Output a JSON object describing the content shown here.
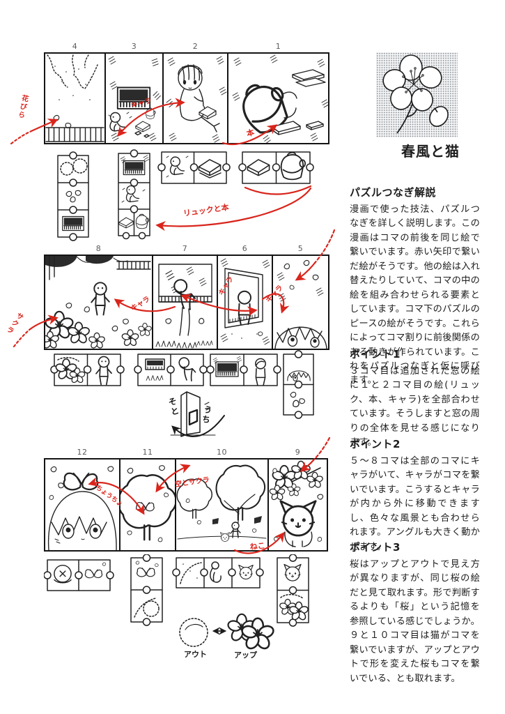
{
  "colors": {
    "annotation_red": "#d9251c",
    "ink": "#1c1c1c",
    "panel_number_grey": "#5a5a5a"
  },
  "strips": [
    {
      "panels": [
        {
          "number": "4",
          "art": "tree-petals-fence"
        },
        {
          "number": "3",
          "art": "window-small-character-items"
        },
        {
          "number": "2",
          "art": "sitting-child-with-book"
        },
        {
          "number": "1",
          "art": "backpack-and-books"
        }
      ]
    },
    {
      "panels": [
        {
          "number": "8",
          "art": "garden-sakura-character"
        },
        {
          "number": "7",
          "art": "character-climbing-window"
        },
        {
          "number": "6",
          "art": "character-at-window"
        },
        {
          "number": "5",
          "art": "face-closeup-petals"
        }
      ]
    },
    {
      "panels": [
        {
          "number": "12",
          "art": "girl-closeup-butterfly"
        },
        {
          "number": "11",
          "art": "tree-butterfly"
        },
        {
          "number": "10",
          "art": "park-trees-child-cat"
        },
        {
          "number": "9",
          "art": "sakura-closeup-cat"
        }
      ]
    }
  ],
  "annotations": {
    "petals": "花びら",
    "chara_a": "キャラ",
    "book": "本",
    "rucksack_and_book": "リュックと本",
    "sakura": "サクラ",
    "chara_b": "キャラ",
    "chara_c": "キャラ",
    "chara_d": "キャラ",
    "butterfly": "ちょうちょ",
    "sky_and_sakura": "空とサクラ",
    "cat": "ねこ"
  },
  "diagrams": {
    "door": {
      "outside": "そと",
      "inside": "うち"
    },
    "scale": {
      "out": "アウト",
      "up": "アップ"
    }
  },
  "sidebar": {
    "title": "春風と猫",
    "artwork": "sakura-blossom-on-halftone",
    "sections": [
      {
        "heading": "パズルつなぎ解説",
        "body": "漫画で使った技法、パズルつなぎを詳しく説明します。この漫画はコマの前後を同じ絵で繋いでいます。赤い矢印で繋いだ絵がそうです。他の絵は入れ替えたりしていて、コマの中の絵を組み合わせられる要素としています。コマ下のパズルのピースの絵がそうです。これらによってコマ割りに前後関係のある動きが作られています。これをパズルつなぎと仮に呼びます。"
      },
      {
        "heading": "ポイント1",
        "body": "３コマ目は追加された窓の絵に１と２コマ目の絵(リュック、本、キャラ)を全部合わせています。そうしますと窓の周りの全体を見せる感じになります。"
      },
      {
        "heading": "ポイント2",
        "body": "５〜８コマは全部のコマにキャラがいて、キャラがコマを繋いでいます。こうするとキャラが内から外に移動できますし、色々な風景とも合わせられます。アングルも大きく動かせます。"
      },
      {
        "heading": "ポイント3",
        "body": "桜はアップとアウトで見え方が異なりますが、同じ桜の絵だと見て取れます。形で判断するよりも「桜」という記憶を参照している感じでしょうか。９と１０コマ目は猫がコマを繋いでいますが、アップとアウトで形を変えた桜もコマを繋いでいる、とも取れます。"
      }
    ]
  }
}
